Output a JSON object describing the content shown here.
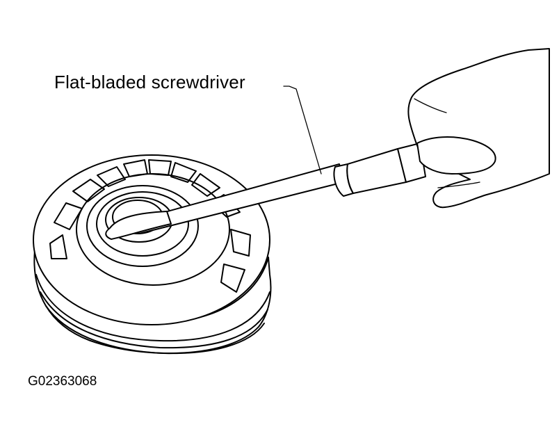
{
  "diagram": {
    "callout_label": "Flat-bladed screwdriver",
    "figure_id": "G02363068",
    "components": {
      "part": "pulley-disc",
      "tool": "screwdriver",
      "hand": "hand"
    },
    "colors": {
      "ink": "#000000",
      "paper": "#ffffff"
    }
  }
}
